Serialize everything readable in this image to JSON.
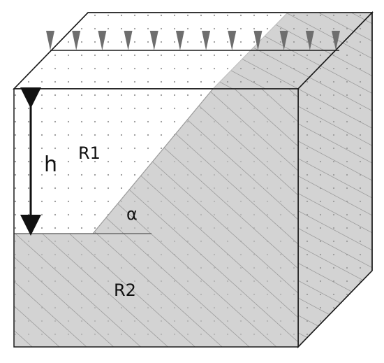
{
  "labels": {
    "height": "h",
    "region_upper": "R1",
    "region_lower": "R2",
    "angle": "α"
  },
  "colors": {
    "outline": "#1a1a1a",
    "region_r2_fill": "#d3d3d3",
    "region_r1_fill": "#ffffff",
    "hatch": "#8a8a8a",
    "dots": "#9a9a9a",
    "load_arrows": "#6e6e6e"
  },
  "load_arrow_count": 12
}
